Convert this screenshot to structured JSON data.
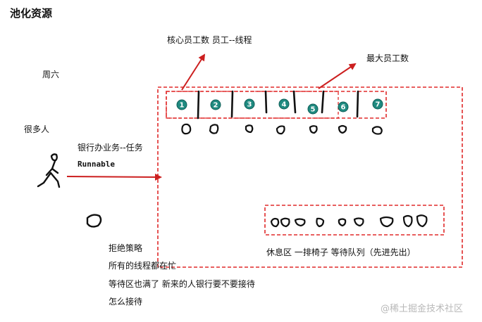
{
  "title": "池化资源",
  "labels": {
    "saturday": "周六",
    "many_people": "很多人",
    "bank_task": "银行办业务--任务",
    "runnable": "Runnable",
    "core_staff": "核心员工数 员工--线程",
    "max_staff": "最大员工数",
    "rest_area": "休息区 一排椅子  等待队列（先进先出）"
  },
  "reject_policy": {
    "heading": "拒绝策略",
    "lines": [
      "所有的线程都在忙",
      "等待区也满了 新来的人银行要不要接待",
      "怎么接待"
    ]
  },
  "counters": [
    "1",
    "2",
    "3",
    "4",
    "5",
    "6",
    "7"
  ],
  "watermark": "@稀土掘金技术社区",
  "colors": {
    "dash_red": "#e02a2a",
    "arrow_red": "#cc1f1f",
    "badge_teal": "#1f8a80"
  }
}
